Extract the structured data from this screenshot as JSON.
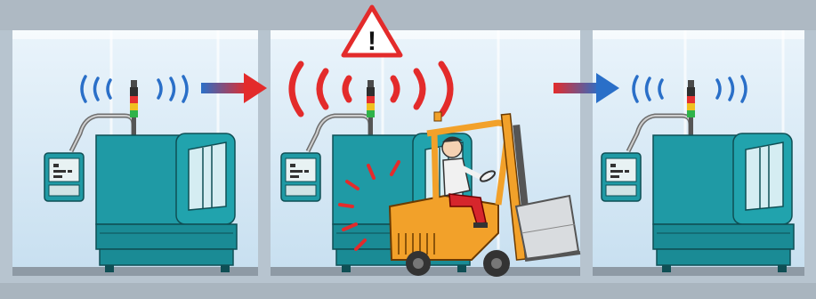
{
  "scene": {
    "panels": [
      {
        "id": "left",
        "state": "normal"
      },
      {
        "id": "center",
        "state": "alert"
      },
      {
        "id": "right",
        "state": "normal"
      }
    ],
    "warning_glyph": "!",
    "icons": {
      "warning": "warning-triangle-icon",
      "signal": "wireless-signal-icon",
      "arrow": "arrow-right-icon",
      "machine": "cnc-machine-icon",
      "forklift": "forklift-icon",
      "stack_light": "signal-tower-icon"
    }
  },
  "colors": {
    "sky": "#d7eaf6",
    "wall": "#b7c4cf",
    "floor": "#a9b5bf",
    "machine": "#1f9aa5",
    "signal_normal": "#2a6fc8",
    "signal_alert": "#e32b2b",
    "forklift": "#f2a12a",
    "mast": "#555555",
    "driver_shirt": "#f1f1f1",
    "driver_pants": "#d6262c"
  }
}
